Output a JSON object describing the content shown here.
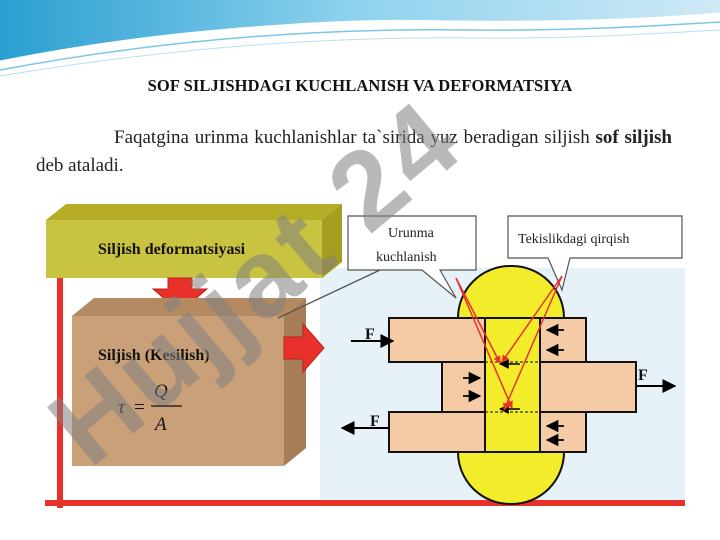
{
  "title": "SOF SILJISHDAGI KUCHLANISH VA DEFORMATSIYA",
  "intro": {
    "part1": "Faqatgina urinma kuchlanishlar ta`sirida yuz beradigan siljish ",
    "bold": "sof siljish",
    "part2": " deb ataladi."
  },
  "diagram": {
    "deformation_label": "Siljish deformatsiyasi",
    "shear_label": "Siljish (Kesilish)",
    "formula": {
      "lhs": "τ",
      "eq": "=",
      "numerator": "Q",
      "denominator": "A"
    },
    "callout_stress": [
      "Urunma",
      "kuchlanish"
    ],
    "callout_plane": "Tekislikdagi qirqish",
    "force_top": "F",
    "force_right": "F",
    "force_bottom": "F"
  },
  "watermark": "Hujjat 24",
  "colors": {
    "olive": "#c8c341",
    "tan": "#c9a078",
    "yellow": "#f2ec2a",
    "blue_panel": "#e7f1f8",
    "block": "#f5cba6",
    "arrow_red": "#e8312a",
    "watermark_gray": "#7f7f7f",
    "watermark_purple": "#9b7fd8"
  }
}
